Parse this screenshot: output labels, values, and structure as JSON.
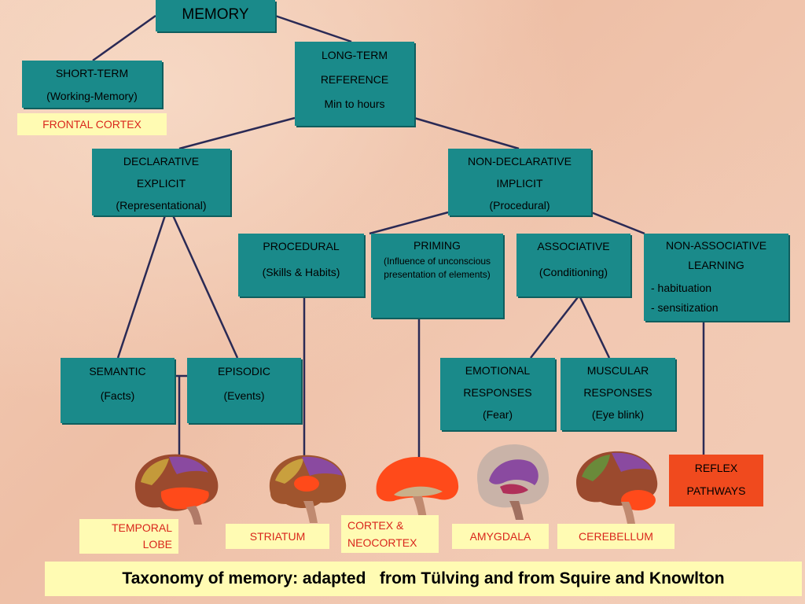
{
  "nodes": {
    "memory": "MEMORY",
    "short_term": [
      "SHORT-TERM",
      "(Working-Memory)"
    ],
    "long_term": [
      "LONG-TERM",
      "REFERENCE",
      "Min to hours"
    ],
    "declarative": [
      "DECLARATIVE",
      "EXPLICIT",
      "(Representational)"
    ],
    "non_declarative": [
      "NON-DECLARATIVE",
      "IMPLICIT",
      "(Procedural)"
    ],
    "procedural": [
      "PROCEDURAL",
      "(Skills & Habits)"
    ],
    "priming": [
      "PRIMING",
      "(Influence of unconscious presentation of elements)"
    ],
    "associative": [
      "ASSOCIATIVE",
      "(Conditioning)"
    ],
    "non_associative": [
      "NON-ASSOCIATIVE",
      "LEARNING",
      "- habituation",
      "- sensitization"
    ],
    "semantic": [
      "SEMANTIC",
      "(Facts)"
    ],
    "episodic": [
      "EPISODIC",
      "(Events)"
    ],
    "emotional": [
      "EMOTIONAL",
      "RESPONSES",
      "(Fear)"
    ],
    "muscular": [
      "MUSCULAR",
      "RESPONSES",
      "(Eye blink)"
    ],
    "reflex": [
      "REFLEX",
      "PATHWAYS"
    ]
  },
  "regions": {
    "frontal_cortex": "FRONTAL CORTEX",
    "temporal_lobe": [
      "TEMPORAL",
      "LOBE"
    ],
    "striatum": "STRIATUM",
    "cortex_neocortex": [
      "CORTEX &",
      "NEOCORTEX"
    ],
    "amygdala": "AMYGDALA",
    "cerebellum": "CEREBELLUM"
  },
  "caption": "Taxonomy of memory: adapted   from Tülving and from Squire and Knowlton",
  "colors": {
    "node": "#1a8a8a",
    "region_label_bg": "#fffbb3",
    "region_label_text": "#d9261c",
    "reflex_box": "#f04a1e",
    "highlight": "#ff4a1a"
  }
}
